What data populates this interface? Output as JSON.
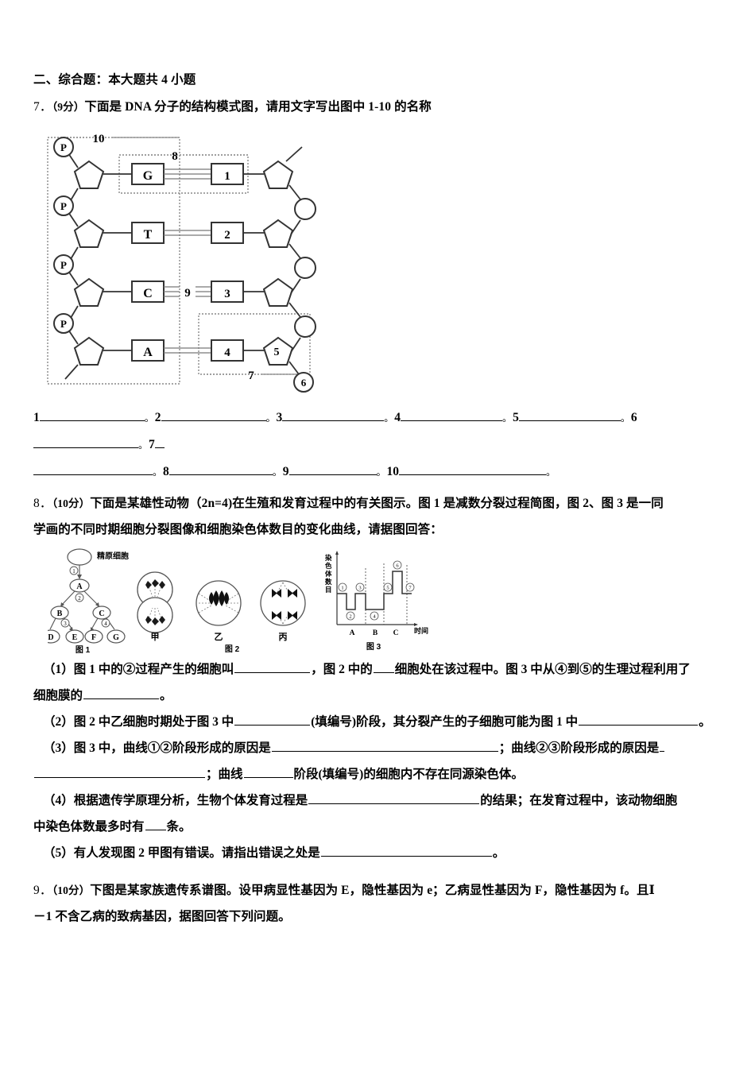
{
  "section": {
    "heading": "二、综合题：本大题共 4 小题"
  },
  "q7": {
    "number": "7．",
    "score": "（9分）",
    "stem": "下面是 DNA 分子的结构模式图，请用文字写出图中 1-10 的名称",
    "figure": {
      "name": "dna-structure-diagram",
      "left_bases": [
        "G",
        "T",
        "C",
        "A"
      ],
      "right_bases": [
        "1",
        "2",
        "3",
        "4"
      ],
      "phosphate_label": "P",
      "callouts": [
        "10",
        "8",
        "9",
        "7",
        "5",
        "6"
      ],
      "hbond_counts": [
        3,
        2,
        3,
        2
      ]
    },
    "answers": [
      {
        "label": "1",
        "width": 132
      },
      {
        "label": "2",
        "width": 132
      },
      {
        "label": "3",
        "width": 128
      },
      {
        "label": "4",
        "width": 128
      },
      {
        "label": "5",
        "width": 128
      },
      {
        "label": "6",
        "width": 132
      },
      {
        "label": "7",
        "width": 150
      },
      {
        "label": "8",
        "width": 130
      },
      {
        "label": "9",
        "width": 110
      },
      {
        "label": "10",
        "width": 185
      }
    ],
    "separator": "。"
  },
  "q8": {
    "number": "8．",
    "score": "（10分）",
    "stem_line1": "下面是某雄性动物（2n=4)在生殖和发育过程中的有关图示。图 1 是减数分裂过程简图，图 2、图 3 是一同",
    "stem_line2": "学画的不同时期细胞分裂图像和细胞染色体数目的变化曲线，请据图回答：",
    "figure1": {
      "name": "meiosis-lineage-tree",
      "caption": "图 1",
      "top_label": "精原细胞",
      "nodes": [
        "A",
        "B",
        "C",
        "D",
        "E",
        "F",
        "G"
      ],
      "arrows": [
        "①",
        "②",
        "③",
        "④"
      ]
    },
    "figure2": {
      "name": "cell-division-images",
      "caption": "图 2",
      "cells": [
        "甲",
        "乙",
        "丙"
      ]
    },
    "figure3": {
      "name": "chromosome-number-curve",
      "caption": "图 3",
      "ylabel": "染色体数目",
      "xlabel": "时间",
      "stage_marks": [
        "①",
        "②",
        "③",
        "④",
        "⑤",
        "⑥",
        "⑦"
      ],
      "regions": [
        "A",
        "B",
        "C"
      ]
    },
    "parts": [
      {
        "id": "1",
        "prefix": "（1）图 1 中的②过程产生的细胞叫",
        "mid1": "，图 2 中的",
        "mid2": "细胞处在该过程中。图 3 中从④到⑤的生理过程利用了",
        "line2_prefix": "细胞膜的",
        "line2_suffix": "。"
      },
      {
        "id": "2",
        "prefix": "（2）图 2 中乙细胞时期处于图 3 中",
        "mid1": "(填编号)阶段，其分裂产生的子细胞可能为图 1 中",
        "suffix": "。"
      },
      {
        "id": "3",
        "prefix": "（3）图 3 中，曲线①②阶段形成的原因是",
        "mid1": "；曲线②③阶段形成的原因是",
        "line2_mid": "；曲线",
        "line2_suffix": "阶段(填编号)的细胞内不存在同源染色体。"
      },
      {
        "id": "4",
        "prefix": "（4）根据遗传学原理分析，生物个体发育过程是",
        "mid1": "的结果；在发育过程中，该动物细胞",
        "line2_prefix": "中染色体数最多时有",
        "line2_suffix": "条。"
      },
      {
        "id": "5",
        "prefix": "（5）有人发现图 2 甲图有错误。请指出错误之处是",
        "suffix": "。"
      }
    ]
  },
  "q9": {
    "number": "9．",
    "score": "（10分）",
    "stem_line1": "下图是某家族遗传系谱图。设甲病显性基因为 E，隐性基因为 e；乙病显性基因为 F，隐性基因为 f。且Ⅰ",
    "stem_line2": "－1 不含乙病的致病基因，据图回答下列问题。"
  }
}
